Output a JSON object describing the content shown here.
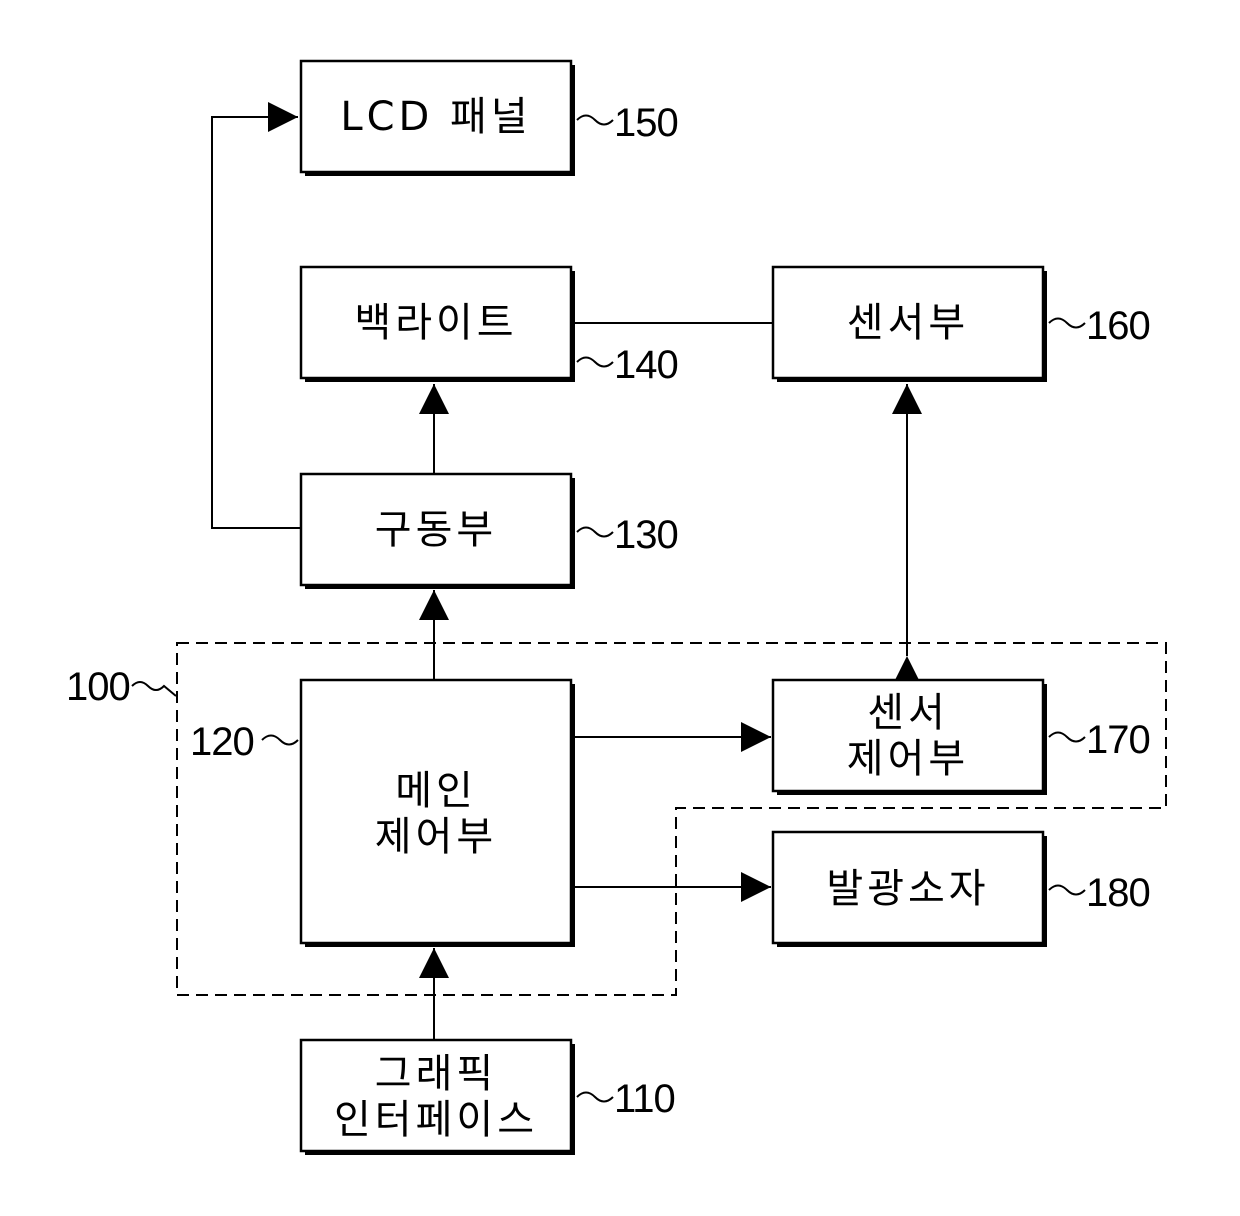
{
  "diagram": {
    "blocks": {
      "lcd_panel": {
        "label": "LCD 패널",
        "ref": "150"
      },
      "backlight": {
        "label": "백라이트",
        "ref": "140"
      },
      "sensor_unit": {
        "label": "센서부",
        "ref": "160"
      },
      "driver": {
        "label": "구동부",
        "ref": "130"
      },
      "main_controller": {
        "label_line1": "메인",
        "label_line2": "제어부",
        "ref": "120"
      },
      "sensor_controller": {
        "label_line1": "센서",
        "label_line2": "제어부",
        "ref": "170"
      },
      "light_emitter": {
        "label": "발광소자",
        "ref": "180"
      },
      "graphic_interface": {
        "label_line1": "그래픽",
        "label_line2": "인터페이스",
        "ref": "110"
      }
    },
    "group": {
      "ref": "100"
    }
  }
}
